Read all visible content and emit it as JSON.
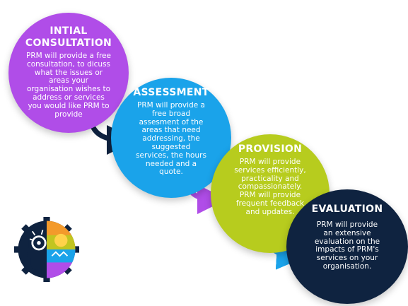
{
  "steps": [
    {
      "title_line1": "INTIAL",
      "title_line2": "CONSULTATION",
      "body_lines": [
        "PRM will provide a free",
        "consultation, to dicuss",
        "what the issues or",
        "areas your",
        "organisation wishes to",
        "address or services",
        "you would like PRM to",
        "provide"
      ],
      "color": "#b04de8"
    },
    {
      "title_line1": "ASSESSMENT",
      "body_lines": [
        "PRM will provide a",
        "free broad",
        "assesment of the",
        "areas that need",
        "addressing, the",
        "suggested",
        "services, the hours",
        "needed and a",
        "quote."
      ],
      "color": "#1aa3ea"
    },
    {
      "title_line1": "PROVISION",
      "body_lines": [
        "PRM will provide",
        "services efficiently,",
        "practicality and",
        "compassionately.",
        "PRM will provide",
        "frequent feedback",
        "and updates."
      ],
      "color": "#b7cc1e"
    },
    {
      "title_line1": "EVALUATION",
      "body_lines": [
        "PRM will provide",
        "an extensive",
        "evaluation on the",
        "impacts of PRM's",
        "services on your",
        "organisation."
      ],
      "color": "#0f2340"
    }
  ],
  "arrow_colors": [
    "#0f2340",
    "#b04de8",
    "#1aa3ea"
  ],
  "logo_icon": "prm-gear-head-logo"
}
